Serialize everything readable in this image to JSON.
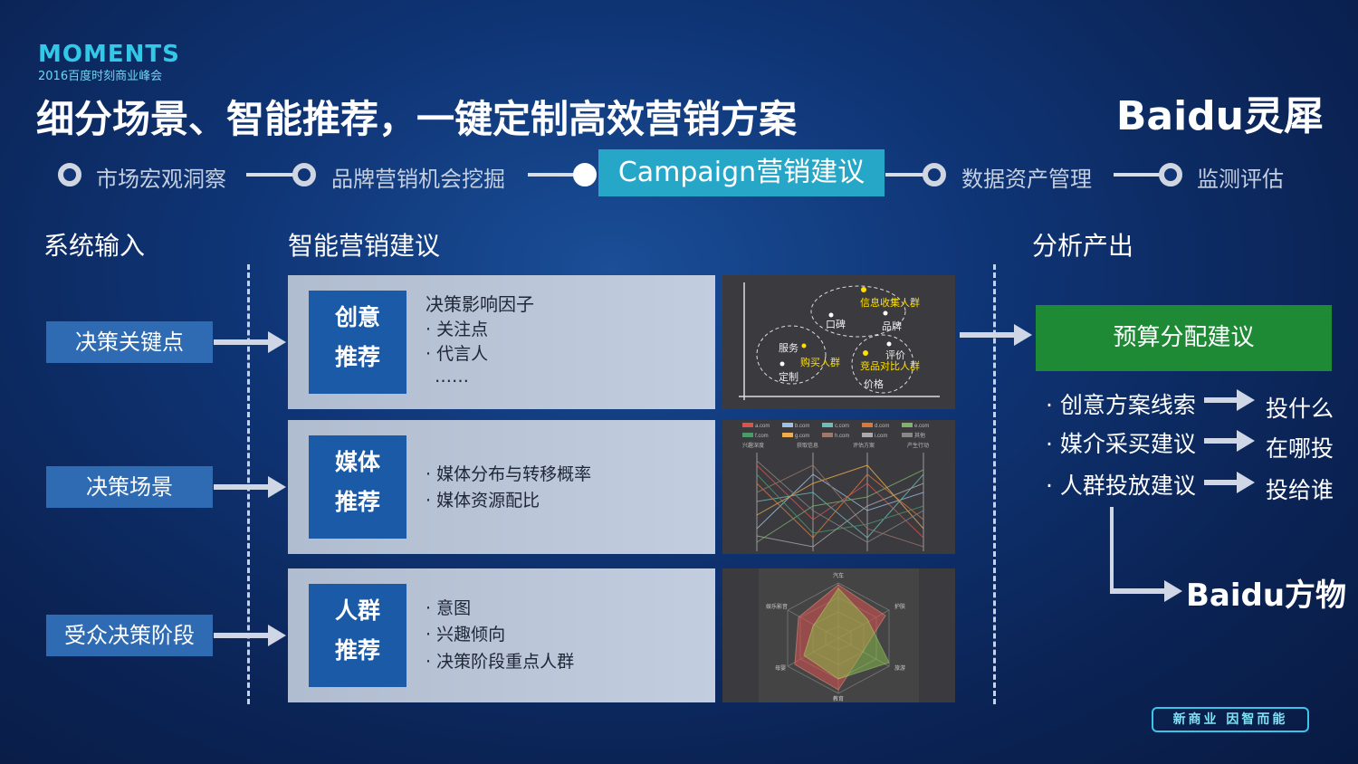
{
  "logo": {
    "main": "MOMENTS",
    "sub": "2016百度时刻商业峰会"
  },
  "title": "细分场景、智能推荐，一键定制高效营销方案",
  "brand": "Baidu灵犀",
  "steps": [
    "市场宏观洞察",
    "品牌营销机会挖掘",
    "Campaign营销建议",
    "数据资产管理",
    "监测评估"
  ],
  "sections": {
    "input": "系统输入",
    "middle": "智能营销建议",
    "output": "分析产出"
  },
  "inputs": [
    "决策关键点",
    "决策场景",
    "受众决策阶段"
  ],
  "panels": [
    {
      "tag1": "创意",
      "tag2": "推荐",
      "lines": [
        "决策影响因子",
        "· 关注点",
        "· 代言人",
        "……"
      ]
    },
    {
      "tag1": "媒体",
      "tag2": "推荐",
      "lines": [
        "· 媒体分布与转移概率",
        "· 媒体资源配比"
      ]
    },
    {
      "tag1": "人群",
      "tag2": "推荐",
      "lines": [
        "· 意图",
        "· 兴趣倾向",
        "· 决策阶段重点人群"
      ]
    }
  ],
  "scatter": {
    "labels": [
      "信息收集人群",
      "口碑",
      "品牌",
      "服务",
      "购买人群",
      "评价",
      "竞品对比人群",
      "定制",
      "价格"
    ]
  },
  "parallel": {
    "legend": [
      "a.com",
      "b.com",
      "c.com",
      "d.com",
      "e.com",
      "f.com",
      "g.com",
      "h.com",
      "i.com",
      "其他"
    ],
    "axes": [
      "兴趣深度",
      "获取信息",
      "评估方案",
      "产生行动"
    ]
  },
  "radar": {
    "axes": [
      "汽车",
      "护肤",
      "旅游",
      "教育",
      "母婴",
      "娱乐影音"
    ]
  },
  "output": {
    "budget": "预算分配建议",
    "items": [
      {
        "left": "· 创意方案线索",
        "right": "投什么"
      },
      {
        "left": "· 媒介采买建议",
        "right": "在哪投"
      },
      {
        "left": "· 人群投放建议",
        "right": "投给谁"
      }
    ],
    "product": "Baidu方物"
  },
  "badge": "新商业 因智而能",
  "colors": {
    "accent": "#27a7c8",
    "green": "#1e8a36",
    "tag": "#1a5aa6",
    "input": "#2f6bb3"
  }
}
